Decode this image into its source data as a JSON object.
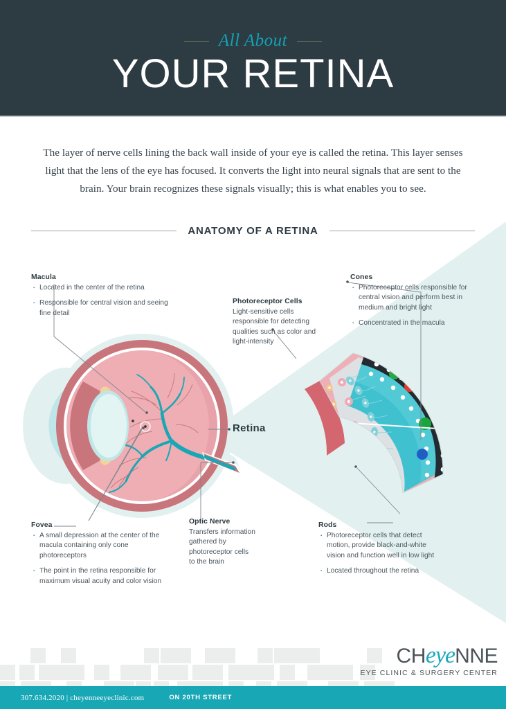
{
  "header": {
    "kicker": "All About",
    "title": "YOUR RETINA"
  },
  "intro": {
    "paragraph": "The layer of nerve cells lining the back wall inside of your eye is called the retina. This layer senses light that the lens of the eye has focused. It converts the light into neural signals that are sent to the brain. Your brain recognizes these signals visually; this is what enables you to see."
  },
  "section": {
    "title": "ANATOMY OF A RETINA"
  },
  "diagram": {
    "retina_label": "Retina",
    "callouts": {
      "macula": {
        "title": "Macula",
        "bullets": [
          "Located in the center of the retina",
          "Responsible for central vision and seeing fine detail"
        ]
      },
      "photoreceptor_cells": {
        "title": "Photoreceptor Cells",
        "body": "Light-sensitive cells responsible for detecting qualities such as color and light-intensity"
      },
      "cones": {
        "title": "Cones",
        "bullets": [
          "Photoreceptor cells responsible for central vision and perform best in medium and bright light",
          "Concentrated in the macula"
        ]
      },
      "fovea": {
        "title": "Fovea",
        "bullets": [
          "A small depression at the center of the macula containing only cone photoreceptors",
          "The point in the retina responsible for maximum visual acuity and color vision"
        ]
      },
      "optic_nerve": {
        "title": "Optic Nerve",
        "body": "Transfers information gathered by photoreceptor cells to the brain"
      },
      "rods": {
        "title": "Rods",
        "bullets": [
          "Photoreceptor cells that detect motion, provide black-and-white vision and function well in low light",
          "Located throughout the retina"
        ]
      }
    }
  },
  "footer": {
    "logo": {
      "part1": "CH",
      "part2": "eye",
      "part3": "NNE",
      "subtitle": "EYE CLINIC & SURGERY CENTER"
    },
    "phone_and_site": "307.634.2020  |  cheyenneeyeclinic.com",
    "street": "ON 20TH STREET"
  },
  "colors": {
    "header_bg": "#2d3b42",
    "teal": "#18a7b5",
    "teal_light": "#e4f2f1",
    "rose": "#c9757c",
    "pink": "#eeaeb4",
    "slate": "#2d3b42",
    "body_text": "#4a565e"
  }
}
